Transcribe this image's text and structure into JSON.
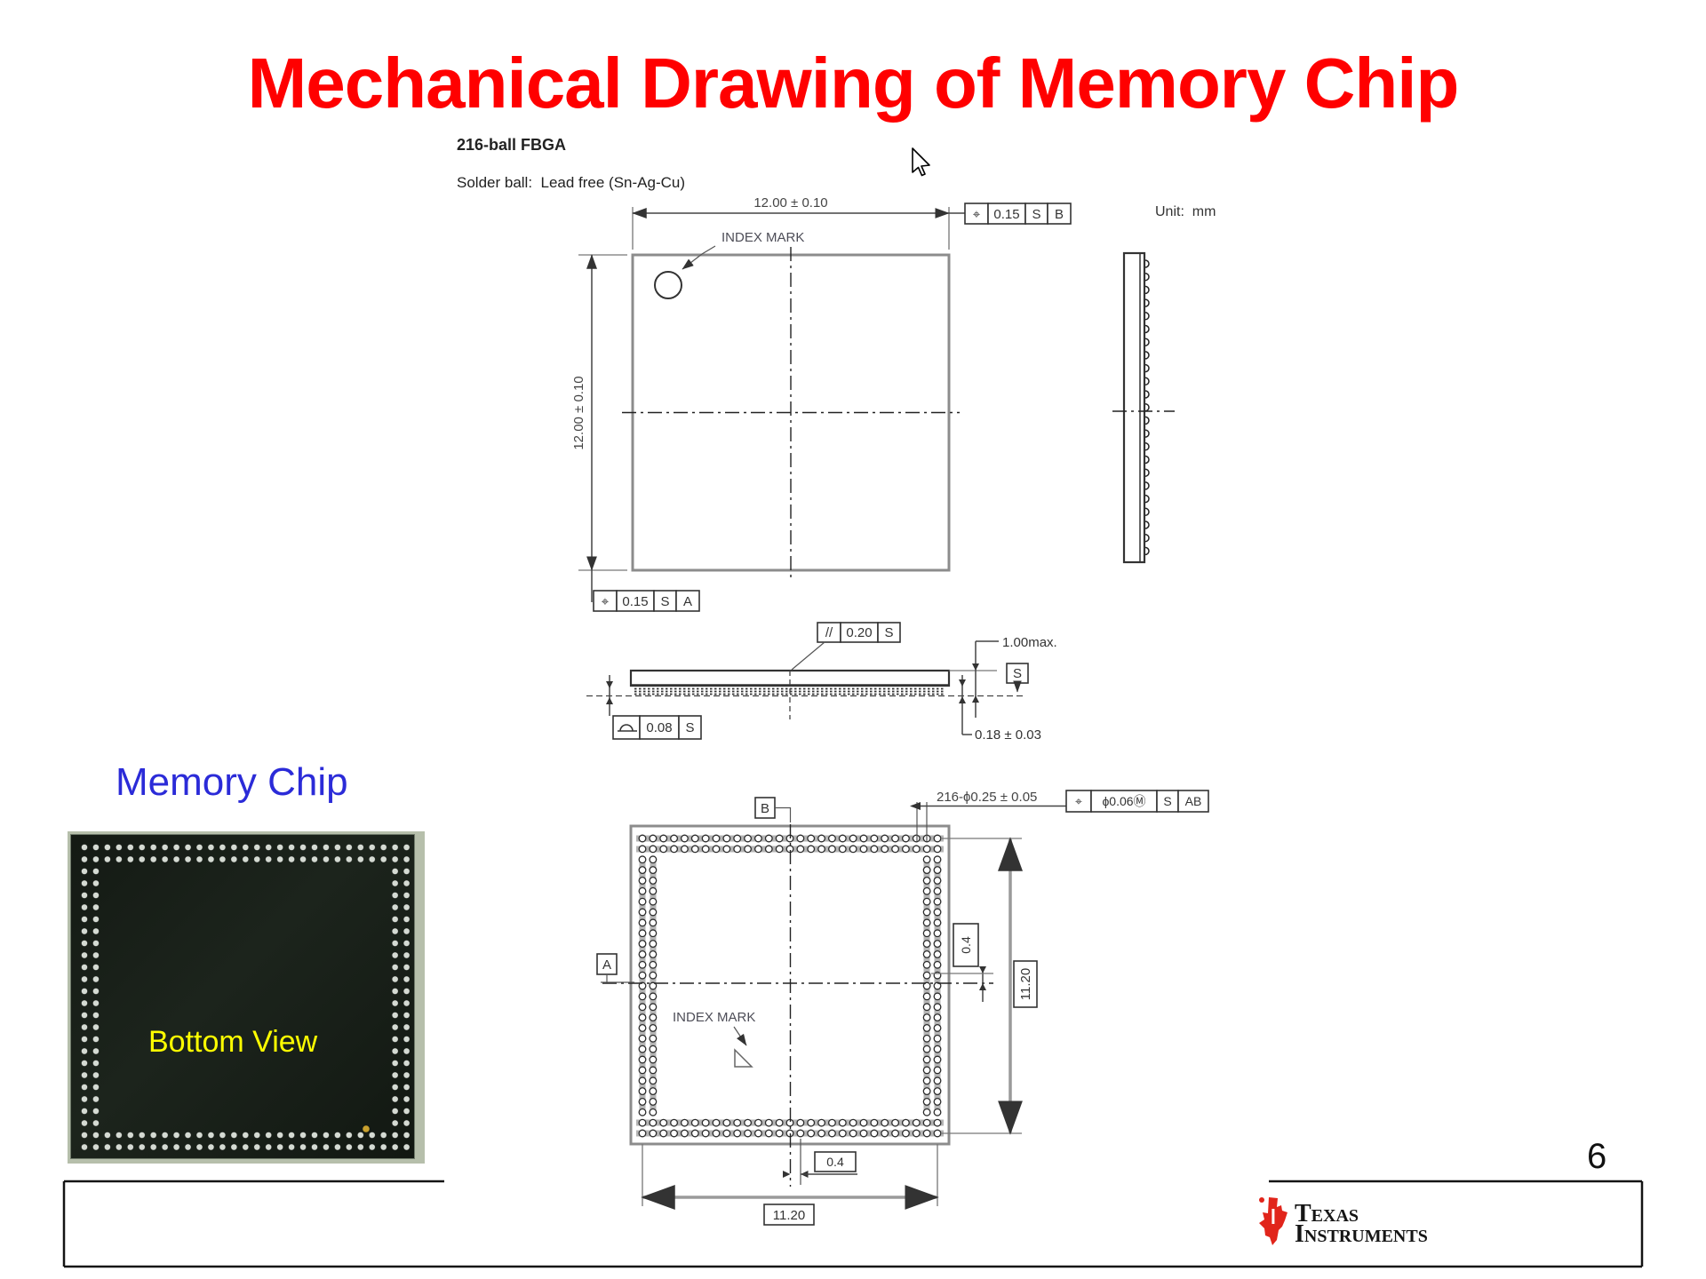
{
  "slide": {
    "title": "Mechanical Drawing of Memory Chip",
    "page_number": "6"
  },
  "header_notes": {
    "package": "216-ball FBGA",
    "solder": "Solder ball:  Lead free (Sn-Ag-Cu)",
    "unit": "Unit:  mm"
  },
  "top_view": {
    "dim_width": "12.00 ± 0.10",
    "dim_height": "12.00 ± 0.10",
    "index_mark": "INDEX MARK",
    "tol_b": {
      "sym": "⌖",
      "tol": "0.15",
      "mat": "S",
      "datum": "B"
    },
    "tol_a": {
      "sym": "⌖",
      "tol": "0.15",
      "mat": "S",
      "datum": "A"
    }
  },
  "section_view": {
    "parallelism": {
      "sym": "//",
      "tol": "0.20",
      "mat": "S"
    },
    "height_max": "1.00max.",
    "seating_plane": "S",
    "standoff": "0.18 ± 0.03",
    "coplanarity": {
      "tol": "0.08",
      "mat": "S"
    }
  },
  "bottom_view": {
    "datum_a": "A",
    "datum_b": "B",
    "callout": "216-ϕ0.25 ± 0.05",
    "position": {
      "sym": "⌖",
      "tol": "ϕ0.06Ⓜ",
      "mat": "S",
      "datum": "AB"
    },
    "pitch_right": "0.4",
    "pitch_bottom": "0.4",
    "span_right": "11.20",
    "span_bottom": "11.20",
    "index_mark": "INDEX MARK",
    "grid": {
      "cols": 29,
      "rows": 29,
      "perimeter_depth": 2,
      "total_balls": 216
    }
  },
  "photo": {
    "label": "Memory Chip",
    "caption": "Bottom View",
    "grid": {
      "cols": 29,
      "rows": 26,
      "perimeter_depth": 2
    }
  },
  "logo": {
    "line1": "Texas",
    "line2": "Instruments"
  },
  "colors": {
    "title_red": "#ff0000",
    "label_blue": "#2b2bd8",
    "caption_yellow": "#ffff00",
    "logo_red": "#e1251b"
  }
}
